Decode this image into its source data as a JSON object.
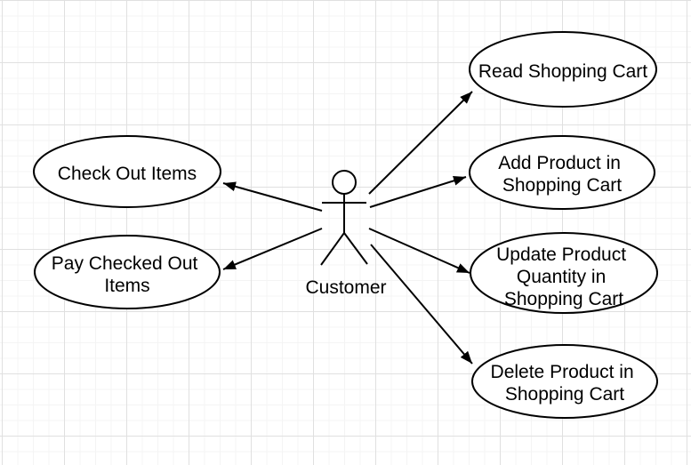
{
  "diagram": {
    "type": "uml-use-case-diagram",
    "actor": {
      "label": "Customer"
    },
    "use_cases": [
      {
        "id": "read-shopping-cart",
        "label": "Read Shopping Cart",
        "lines": [
          "Read Shopping Cart"
        ]
      },
      {
        "id": "add-product-in-shopping-cart",
        "label": "Add Product in Shopping Cart",
        "lines": [
          "Add Product in",
          "Shopping Cart"
        ]
      },
      {
        "id": "update-product-quantity-in-shopping-cart",
        "label": "Update Product Quantity in Shopping Cart",
        "lines": [
          "Update Product",
          "Quantity in",
          "Shopping Cart"
        ]
      },
      {
        "id": "delete-product-in-shopping-cart",
        "label": "Delete Product in Shopping Cart",
        "lines": [
          "Delete Product in",
          "Shopping Cart"
        ]
      },
      {
        "id": "check-out-items",
        "label": "Check Out Items",
        "lines": [
          "Check Out Items"
        ]
      },
      {
        "id": "pay-checked-out-items",
        "label": "Pay Checked Out Items",
        "lines": [
          "Pay Checked Out",
          "Items"
        ]
      }
    ],
    "associations": [
      {
        "from": "Customer",
        "to": "Read Shopping Cart"
      },
      {
        "from": "Customer",
        "to": "Add Product in Shopping Cart"
      },
      {
        "from": "Customer",
        "to": "Update Product Quantity in Shopping Cart"
      },
      {
        "from": "Customer",
        "to": "Delete Product in Shopping Cart"
      },
      {
        "from": "Customer",
        "to": "Check Out Items"
      },
      {
        "from": "Customer",
        "to": "Pay Checked Out Items"
      }
    ],
    "colors": {
      "shape_stroke": "#000000",
      "shape_fill": "#ffffff",
      "text": "#000000",
      "grid_minor": "#f4f4f4",
      "grid_major": "#e0e0e0",
      "background": "#ffffff"
    }
  }
}
